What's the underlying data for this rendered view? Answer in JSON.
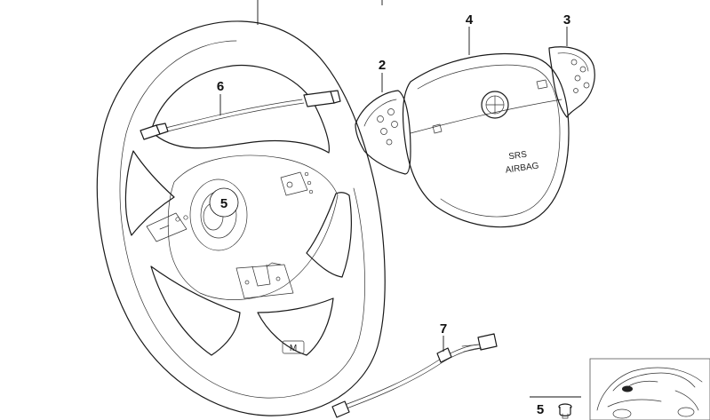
{
  "callouts": {
    "part_2": "2",
    "part_3": "3",
    "part_4": "4",
    "part_5_hub": "5",
    "part_6": "6",
    "part_7": "7",
    "part_5_legend": "5"
  },
  "airbag_markings": {
    "line_1": "SRS",
    "line_2": "AIRBAG"
  },
  "wheel_badge": "M",
  "colors": {
    "line": "#1a1a1a",
    "background": "#ffffff"
  }
}
